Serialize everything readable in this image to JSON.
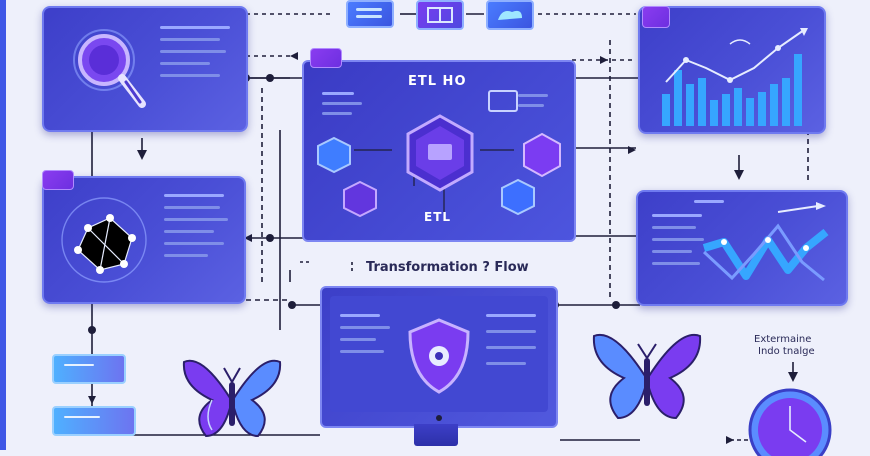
{
  "diagram": {
    "center_title": "ETL HO",
    "center_subtitle": "ETL",
    "flow_label": "Transformation ? Flow",
    "side_note_line1": "Extermaine",
    "side_note_line2": "Indo tnalge"
  },
  "colors": {
    "background": "#eef0fb",
    "panel": "#4a4fd6",
    "accent_purple": "#7a3cf0",
    "accent_blue": "#4fb0ff",
    "line": "#1e1e3a"
  },
  "icons": [
    "magnifier-icon",
    "network-graph-icon",
    "shield-icon",
    "butterfly-icon",
    "hexagon-icon",
    "bar-chart-icon",
    "line-chart-icon",
    "monitor-icon",
    "orb-icon"
  ]
}
